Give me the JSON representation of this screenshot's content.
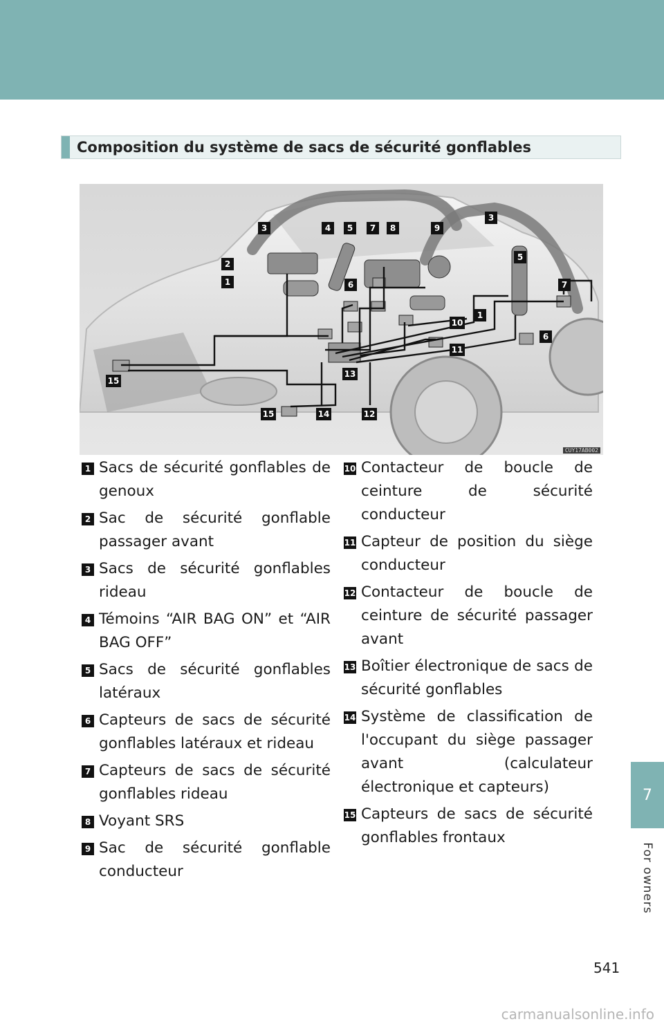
{
  "section": {
    "title": "Composition du système de sacs de sécurité gonflables"
  },
  "chapter_tab": {
    "number": "7",
    "label": "For owners"
  },
  "page_number": "541",
  "footer_url": "carmanualsonline.info",
  "diagram": {
    "image_id": "CUY17AB002",
    "callouts": [
      "1",
      "2",
      "3",
      "4",
      "5",
      "6",
      "7",
      "8",
      "9",
      "10",
      "11",
      "12",
      "13",
      "14",
      "15"
    ]
  },
  "legend": {
    "left": [
      {
        "num": "1",
        "text": "Sacs de sécurité gonflables de genoux"
      },
      {
        "num": "2",
        "text": "Sac de sécurité gonflable passager avant"
      },
      {
        "num": "3",
        "text": "Sacs de sécurité gonflables rideau"
      },
      {
        "num": "4",
        "text": "Témoins “AIR BAG ON” et “AIR BAG OFF”"
      },
      {
        "num": "5",
        "text": "Sacs de sécurité gonflables latéraux"
      },
      {
        "num": "6",
        "text": "Capteurs de sacs de sécurité gonflables latéraux et rideau"
      },
      {
        "num": "7",
        "text": "Capteurs de sacs de sécurité gonflables rideau"
      },
      {
        "num": "8",
        "text": "Voyant SRS"
      },
      {
        "num": "9",
        "text": "Sac de sécurité gonflable conducteur"
      }
    ],
    "right": [
      {
        "num": "10",
        "text": "Contacteur de boucle de ceinture de sécurité conducteur"
      },
      {
        "num": "11",
        "text": "Capteur de position du siège conducteur"
      },
      {
        "num": "12",
        "text": "Contacteur de boucle de ceinture de sécurité passager avant"
      },
      {
        "num": "13",
        "text": "Boîtier électronique de sacs de sécurité gonflables"
      },
      {
        "num": "14",
        "text": "Système de classification de l'occupant du siège passager avant (calculateur électronique et capteurs)"
      },
      {
        "num": "15",
        "text": "Capteurs de sacs de sécurité gonflables frontaux"
      }
    ]
  }
}
